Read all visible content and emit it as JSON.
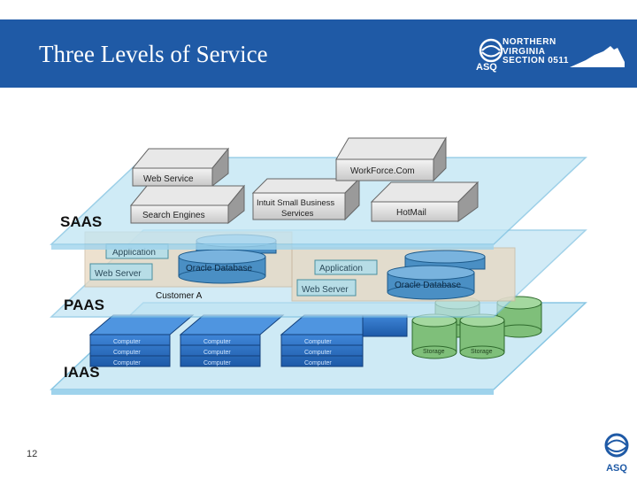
{
  "slide": {
    "title": "Three Levels of Service",
    "page_number": "12"
  },
  "logo": {
    "line1": "NORTHERN",
    "line2": "VIRGINIA",
    "line3": "SECTION 0511",
    "asq": "ASQ"
  },
  "footer_logo": {
    "asq": "ASQ"
  },
  "levels": {
    "saas": "SAAS",
    "paas": "PAAS",
    "iaas": "IAAS"
  },
  "saas_boxes": {
    "web_service": "Web Service",
    "search_engines": "Search Engines",
    "intuit_line1": "Intuit Small Business",
    "intuit_line2": "Services",
    "workforce": "WorkForce.Com",
    "hotmail": "HotMail"
  },
  "paas_boxes": {
    "application": "Application",
    "web_server": "Web Server",
    "oracle_db": "Oracle Database",
    "customer_a": "Customer A"
  },
  "iaas_boxes": {
    "computer": "Computer",
    "storage": "Storage"
  },
  "colors": {
    "header": "#1f5aa6",
    "plane": "#bfe3f3",
    "computer": "#2a6fc4",
    "storage": "#7fbf7a",
    "db": "#4a8fc4"
  }
}
